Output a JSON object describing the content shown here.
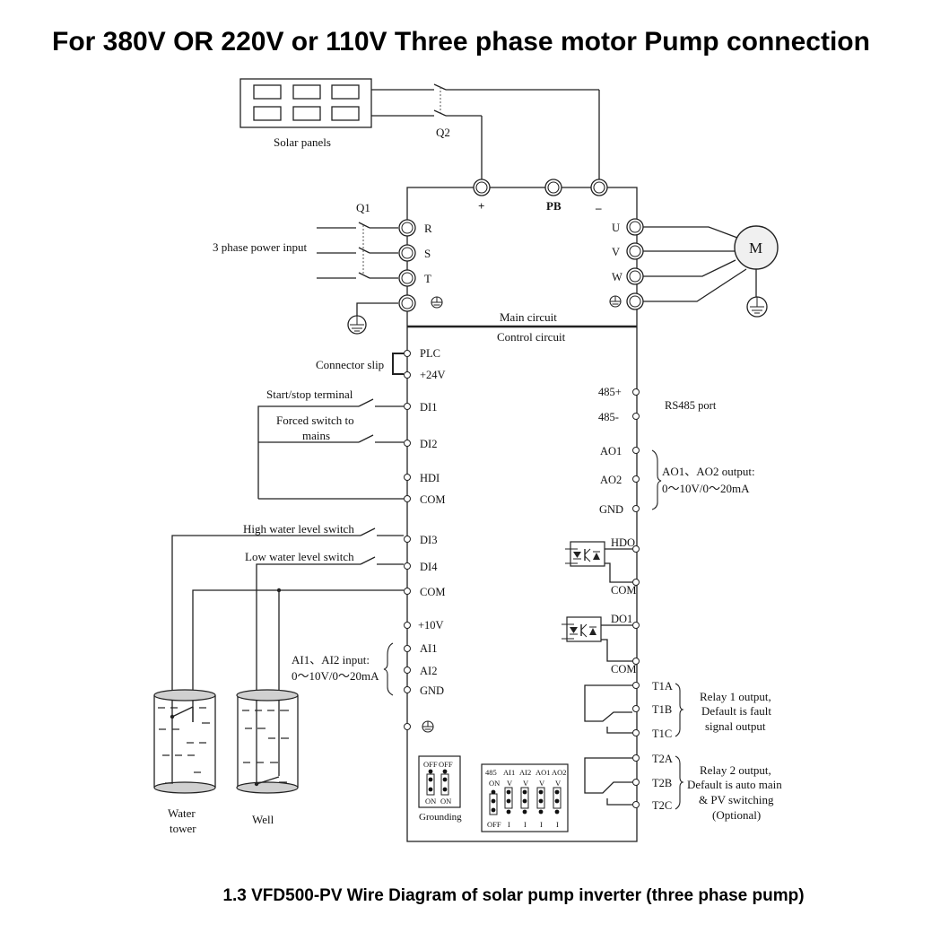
{
  "title": "For 380V OR 220V or 110V Three phase motor Pump connection",
  "caption": "1.3 VFD500-PV Wire Diagram of solar pump inverter (three phase pump)",
  "solar": {
    "label": "Solar panels",
    "breaker": "Q2"
  },
  "dc_bus": {
    "plus": "+",
    "pb": "PB",
    "minus": "–"
  },
  "mains": {
    "label": "3 phase power input",
    "breaker": "Q1",
    "terminals": [
      "R",
      "S",
      "T"
    ]
  },
  "motor": {
    "label": "M",
    "terminals": [
      "U",
      "V",
      "W"
    ]
  },
  "sections": {
    "main": "Main circuit",
    "control": "Control circuit"
  },
  "left_control": {
    "connector_slip": "Connector slip",
    "plc": "PLC",
    "p24v": "+24V",
    "start_stop": "Start/stop terminal",
    "forced_switch_line1": "Forced switch to",
    "forced_switch_line2": "mains",
    "di1": "DI1",
    "di2": "DI2",
    "hdi": "HDI",
    "com1": "COM",
    "high_switch": "High water level switch",
    "low_switch": "Low water level switch",
    "di3": "DI3",
    "di4": "DI4",
    "com2": "COM",
    "p10v": "+10V",
    "ai1": "AI1",
    "ai2": "AI2",
    "gnd": "GND",
    "ai_note_line1": "AI1、AI2 input:",
    "ai_note_line2": "0～10V/0～20mA"
  },
  "tanks": {
    "tower_line1": "Water",
    "tower_line2": "tower",
    "well": "Well"
  },
  "right_control": {
    "p485": "485+",
    "m485": "485-",
    "rs485": "RS485  port",
    "ao1": "AO1",
    "ao2": "AO2",
    "gnd": "GND",
    "ao_note_line1": "AO1、AO2 output:",
    "ao_note_line2": "0～10V/0～20mA",
    "hdo": "HDO",
    "com_hdo": "COM",
    "do1": "DO1",
    "com_do1": "COM",
    "t1a": "T1A",
    "t1b": "T1B",
    "t1c": "T1C",
    "relay1_line1": "Relay 1 output,",
    "relay1_line2": "Default is fault",
    "relay1_line3": "signal output",
    "t2a": "T2A",
    "t2b": "T2B",
    "t2c": "T2C",
    "relay2_line1": "Relay 2 output,",
    "relay2_line2": "Default is auto main",
    "relay2_line3": "& PV switching",
    "relay2_line4": "(Optional)"
  },
  "jumpers": {
    "grounding_label": "Grounding",
    "grounding_top": [
      "OFF",
      "OFF"
    ],
    "grounding_bottom": [
      "ON",
      "ON"
    ],
    "switch_headers": [
      "485",
      "AI1",
      "AI2",
      "AO1",
      "AO2"
    ],
    "switch_top": [
      "ON",
      "V",
      "V",
      "V",
      "V"
    ],
    "switch_bottom": [
      "OFF",
      "I",
      "I",
      "I",
      "I"
    ]
  }
}
